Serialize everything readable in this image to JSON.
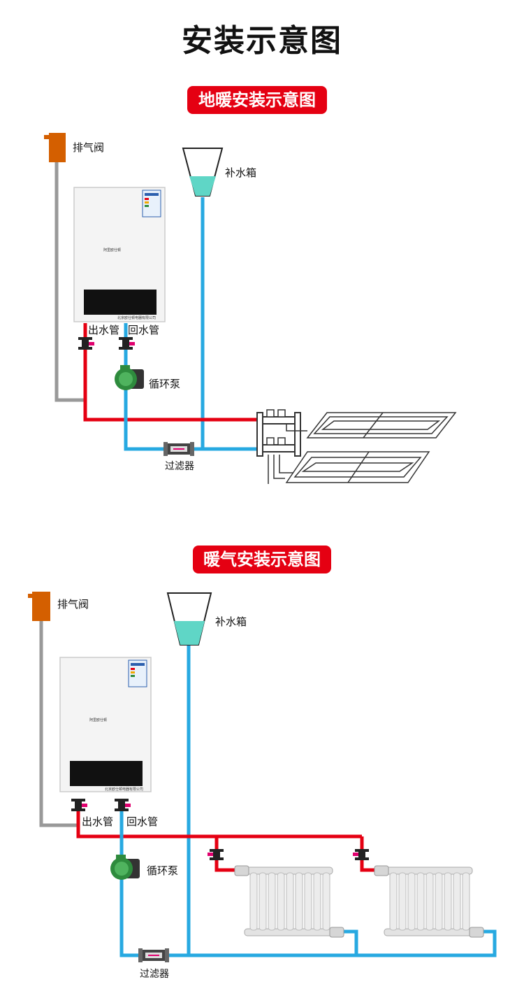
{
  "page_title": "安装示意图",
  "colors": {
    "hot_pipe": "#e50012",
    "return_pipe": "#27a9e1",
    "vent_pipe": "#999999",
    "badge": "#e50012",
    "valve": "#d45f00",
    "pump": "#2e8b3d",
    "water": "#5fd6c6"
  },
  "floor": {
    "badge": "地暖安装示意图",
    "vent_valve": "排气阀",
    "tank": "补水箱",
    "outlet": "出水管",
    "return": "回水管",
    "pump": "循环泵",
    "filter": "过滤器",
    "boiler_brand": "阿里欧仕顿",
    "boiler_maker": "北京欧仕顿电器有限公司"
  },
  "radiator": {
    "badge": "暖气安装示意图",
    "vent_valve": "排气阀",
    "tank": "补水箱",
    "outlet": "出水管",
    "return": "回水管",
    "pump": "循环泵",
    "filter": "过滤器",
    "boiler_brand": "阿里欧仕顿",
    "boiler_maker": "北京欧仕顿电器有限公司"
  }
}
